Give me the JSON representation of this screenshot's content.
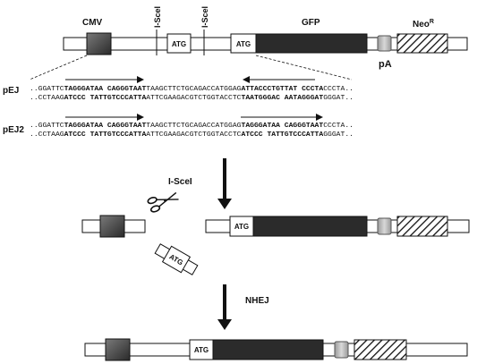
{
  "construct_labels": {
    "cmv": "CMV",
    "isce1_a": "I-SceI",
    "isce1_b": "I-SceI",
    "gfp": "GFP",
    "neo": "Neo",
    "neo_sup": "R",
    "pa": "pA",
    "atg1": "ATG",
    "atg2": "ATG"
  },
  "sequences": {
    "pEJ": {
      "name": "pEJ",
      "top": [
        {
          "t": "..GGATTC",
          "b": false
        },
        {
          "t": "TAGGGATAA CAGGGTAAT",
          "b": true
        },
        {
          "t": "TAAGCTTCTGCAGACCATGGAG",
          "b": false
        },
        {
          "t": "ATTACCCTGTTAT CCCTA",
          "b": true
        },
        {
          "t": "CCCTA..",
          "b": false
        }
      ],
      "bottom": [
        {
          "t": "..CCTAAG",
          "b": false
        },
        {
          "t": "ATCCC TATTGTCCCATTA",
          "b": true
        },
        {
          "t": "ATTCGAAGACGTCTGGTACCTC",
          "b": false
        },
        {
          "t": "TAATGGGAC AATAGGGAT",
          "b": true
        },
        {
          "t": "GGGAT..",
          "b": false
        }
      ]
    },
    "pEJ2": {
      "name": "pEJ2",
      "top": [
        {
          "t": "..GGATTC",
          "b": false
        },
        {
          "t": "TAGGGATAA CAGGGTAAT",
          "b": true
        },
        {
          "t": "TAAGCTTCTGCAGACCATGGAG",
          "b": false
        },
        {
          "t": "TAGGGATAA CAGGGTAAT",
          "b": true
        },
        {
          "t": "CCCTA..",
          "b": false
        }
      ],
      "bottom": [
        {
          "t": "..CCTAAG",
          "b": false
        },
        {
          "t": "ATCCC TATTGTCCCATTA",
          "b": true
        },
        {
          "t": "ATTCGAAGACGTCTGGTACCTC",
          "b": false
        },
        {
          "t": "ATCCC TATTGTCCCATTA",
          "b": true
        },
        {
          "t": "GGGAT..",
          "b": false
        }
      ]
    }
  },
  "steps": {
    "cut": "I-SceI",
    "repair": "NHEJ"
  },
  "fragment_atg": "ATG",
  "middle_atg": "ATG",
  "bottom_atg": "ATG"
}
